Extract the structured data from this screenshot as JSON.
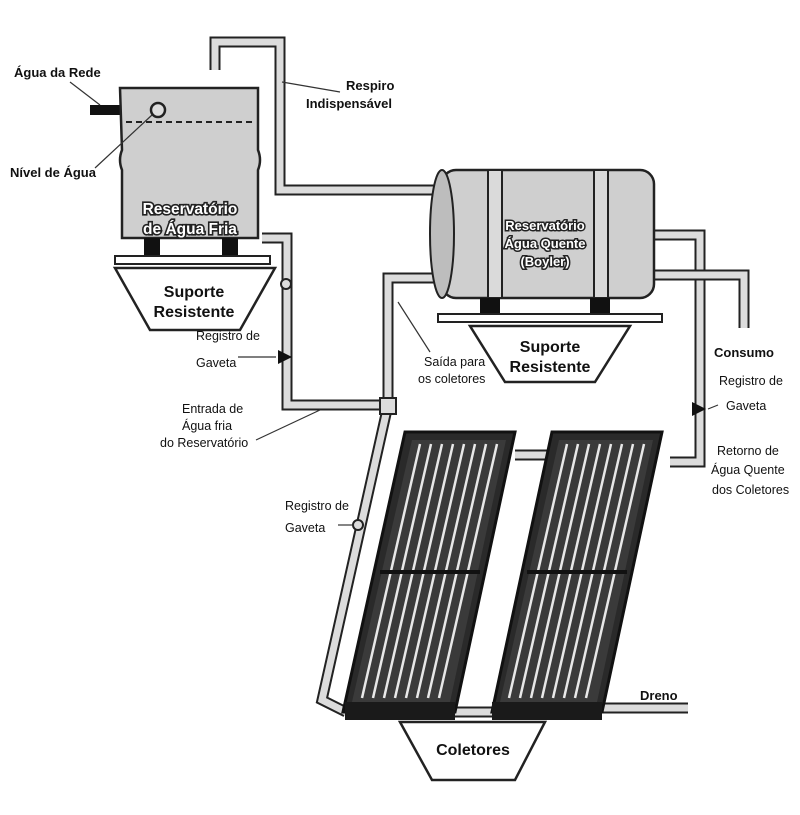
{
  "labels": {
    "agua_da_rede": "Água da Rede",
    "nivel_de_agua": "Nível de Água",
    "respiro_1": "Respiro",
    "respiro_2": "Indispensável",
    "res_fria_1": "Reservatório",
    "res_fria_2": "de Água Fria",
    "suporte_1": "Suporte",
    "suporte_2": "Resistente",
    "res_quente_1": "Reservatório",
    "res_quente_2": "Água Quente",
    "res_quente_3": "(Boyler)",
    "suporte_b_1": "Suporte",
    "suporte_b_2": "Resistente",
    "registro_a_1": "Registro de",
    "registro_a_2": "Gaveta",
    "saida_1": "Saída para",
    "saida_2": "os coletores",
    "consumo": "Consumo",
    "registro_b_1": "Registro de",
    "registro_b_2": "Gaveta",
    "entrada_1": "Entrada de",
    "entrada_2": "Água fria",
    "entrada_3": "do Reservatório",
    "retorno_1": "Retorno de",
    "retorno_2": "Água Quente",
    "retorno_3": "dos Coletores",
    "registro_c_1": "Registro de",
    "registro_c_2": "Gaveta",
    "dreno": "Dreno",
    "coletores": "Coletores"
  },
  "colors": {
    "tank_fill": "#cfcfcf",
    "outline": "#222222",
    "pipe_fill": "#dcdcdc",
    "panel_line": "#e8e8e8"
  }
}
